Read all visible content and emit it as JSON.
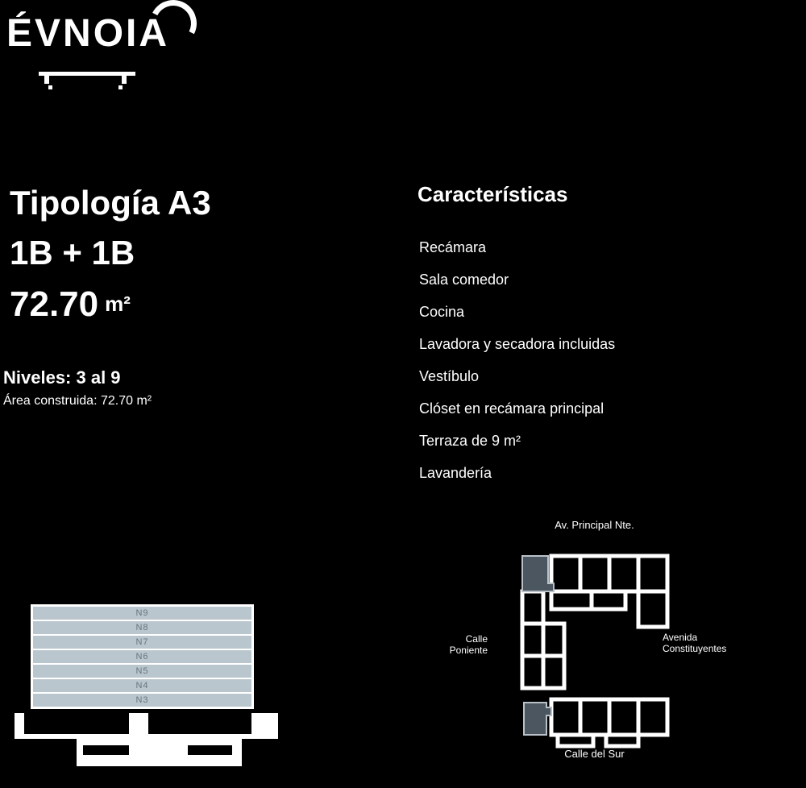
{
  "brand": {
    "name": "ÉVNOIA"
  },
  "unit": {
    "typology": "Tipología A3",
    "config": "1B + 1B",
    "area_value": "72.70",
    "area_unit": "m²",
    "levels": "Niveles: 3 al 9",
    "area_detail": "Área construida: 72.70 m²"
  },
  "features": {
    "title": "Características",
    "items": [
      "Recámara",
      "Sala comedor",
      "Cocina",
      "Lavadora y secadora incluidas",
      "Vestíbulo",
      "Clóset en recámara principal",
      "Terraza de 9 m²",
      "Lavandería"
    ]
  },
  "building": {
    "floors": [
      "N9",
      "N8",
      "N7",
      "N6",
      "N5",
      "N4",
      "N3"
    ]
  },
  "keyplan": {
    "top_street": "Av. Principal Nte.",
    "left_street_line1": "Calle",
    "left_street_line2": "Poniente",
    "right_street_line1": "Avenida",
    "right_street_line2": "Constituyentes",
    "bottom_street": "Calle del Sur"
  },
  "colors": {
    "background": "#000000",
    "text": "#ffffff",
    "floor_fill": "#b9c6ce",
    "floor_text": "#67757f",
    "unit_highlight": "#4b5660"
  }
}
